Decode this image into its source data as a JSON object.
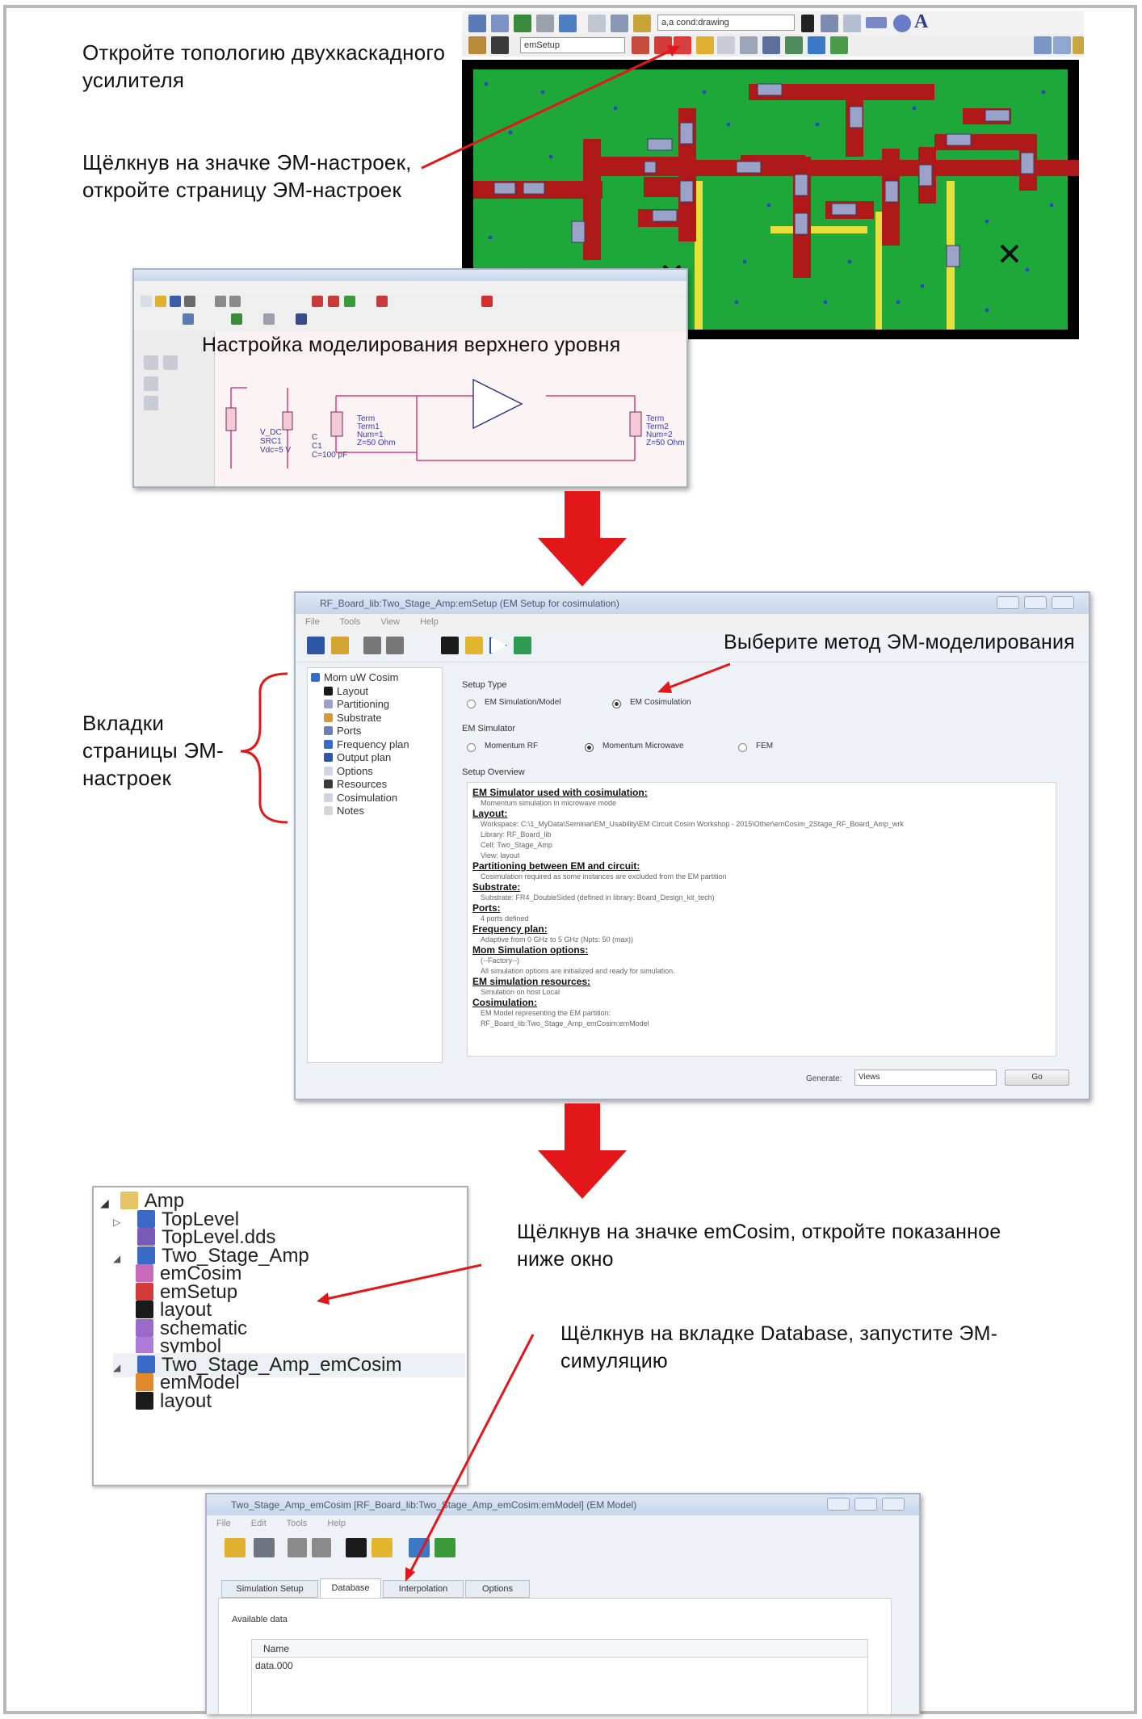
{
  "captions": {
    "open_topology": "Откройте топологию двухкаскадного усилителя",
    "click_em_icon": "Щёлкнув на значке ЭМ-настроек, откройте страницу ЭМ-настроек",
    "top_level_setup": "Настройка моделирования верхнего уровня",
    "choose_em_method": "Выберите метод ЭМ-моделирования",
    "em_tabs": "Вкладки страницы ЭМ-настроек",
    "click_emcosim": "Щёлкнув на значке emCosim, откройте показанное ниже окно",
    "click_database": "Щёлкнув на вкладке Database, запустите ЭМ-симуляцию"
  },
  "layout_window": {
    "layer_select": "a,a cond:drawing",
    "setup_select": "emSetup"
  },
  "schematic_window": {
    "comp_vdc": [
      "V_DC",
      "SRC1",
      "Vdc=5 V"
    ],
    "comp_cap": [
      "C",
      "C1",
      "C=100 pF"
    ],
    "comp_term1": [
      "Term",
      "Term1",
      "Num=1",
      "Z=50 Ohm"
    ],
    "comp_term2": [
      "Term",
      "Term2",
      "Num=2",
      "Z=50 Ohm"
    ]
  },
  "em_setup_window": {
    "title": "RF_Board_lib:Two_Stage_Amp:emSetup (EM Setup for cosimulation)",
    "menu": [
      "File",
      "Tools",
      "View",
      "Help"
    ],
    "tree_root": "Mom uW Cosim",
    "tree_items": [
      "Layout",
      "Partitioning",
      "Substrate",
      "Ports",
      "Frequency plan",
      "Output plan",
      "Options",
      "Resources",
      "Cosimulation",
      "Notes"
    ],
    "setup_type_label": "Setup Type",
    "setup_type_options": [
      "EM Simulation/Model",
      "EM Cosimulation"
    ],
    "em_simulator_label": "EM Simulator",
    "em_simulator_options": [
      "Momentum RF",
      "Momentum Microwave",
      "FEM"
    ],
    "overview_label": "Setup Overview",
    "overview": [
      {
        "h": "EM Simulator used with cosimulation:",
        "d": [
          "Momentum simulation in microwave mode"
        ]
      },
      {
        "h": "Layout:",
        "d": [
          "Workspace: C:\\1_MyData\\Seminar\\EM_Usability\\EM Circuit Cosim Workshop - 2015\\Other\\emCosim_2Stage_RF_Board_Amp_wrk",
          "Library: RF_Board_lib",
          "Cell: Two_Stage_Amp",
          "View: layout"
        ]
      },
      {
        "h": "Partitioning between EM and circuit:",
        "d": [
          "Cosimulation required as some instances are excluded from the EM partition"
        ]
      },
      {
        "h": "Substrate:",
        "d": [
          "Substrate: FR4_DoubleSided (defined in library: Board_Design_kit_tech)"
        ]
      },
      {
        "h": "Ports:",
        "d": [
          "4 ports defined"
        ]
      },
      {
        "h": "Frequency plan:",
        "d": [
          "Adaptive from 0 GHz to 5 GHz (Npts: 50 (max))"
        ]
      },
      {
        "h": "Mom Simulation options:",
        "d": [
          "(--Factory--)",
          "All simulation options are initialized and ready for simulation."
        ]
      },
      {
        "h": "EM simulation resources:",
        "d": [
          "Simulation on host Local"
        ]
      },
      {
        "h": "Cosimulation:",
        "d": [
          "EM Model representing the EM partition:",
          "RF_Board_lib:Two_Stage_Amp_emCosim:emModel"
        ]
      }
    ],
    "generate_label": "Generate:",
    "generate_value": "Views",
    "go_label": "Go"
  },
  "project_tree": {
    "root": "Amp",
    "items": [
      {
        "label": "TopLevel",
        "level": 1
      },
      {
        "label": "TopLevel.dds",
        "level": 1
      },
      {
        "label": "Two_Stage_Amp",
        "level": 1
      },
      {
        "label": "emCosim",
        "level": 2
      },
      {
        "label": "emSetup",
        "level": 2
      },
      {
        "label": "layout",
        "level": 2
      },
      {
        "label": "schematic",
        "level": 2
      },
      {
        "label": "symbol",
        "level": 2
      },
      {
        "label": "Two_Stage_Amp_emCosim",
        "level": 1
      },
      {
        "label": "emModel",
        "level": 2
      },
      {
        "label": "layout",
        "level": 2
      }
    ]
  },
  "em_model_window": {
    "title": "Two_Stage_Amp_emCosim [RF_Board_lib:Two_Stage_Amp_emCosim:emModel] (EM Model)",
    "menu": [
      "File",
      "Edit",
      "Tools",
      "Help"
    ],
    "tabs": [
      "Simulation Setup",
      "Database",
      "Interpolation",
      "Options"
    ],
    "available_label": "Available data",
    "column_name": "Name",
    "data_rows": [
      "data.000"
    ]
  },
  "colors": {
    "arrow_red": "#e3161a",
    "board_green": "#1fa83a",
    "trace_red": "#b01919",
    "trace_yellow": "#e8e03a"
  }
}
